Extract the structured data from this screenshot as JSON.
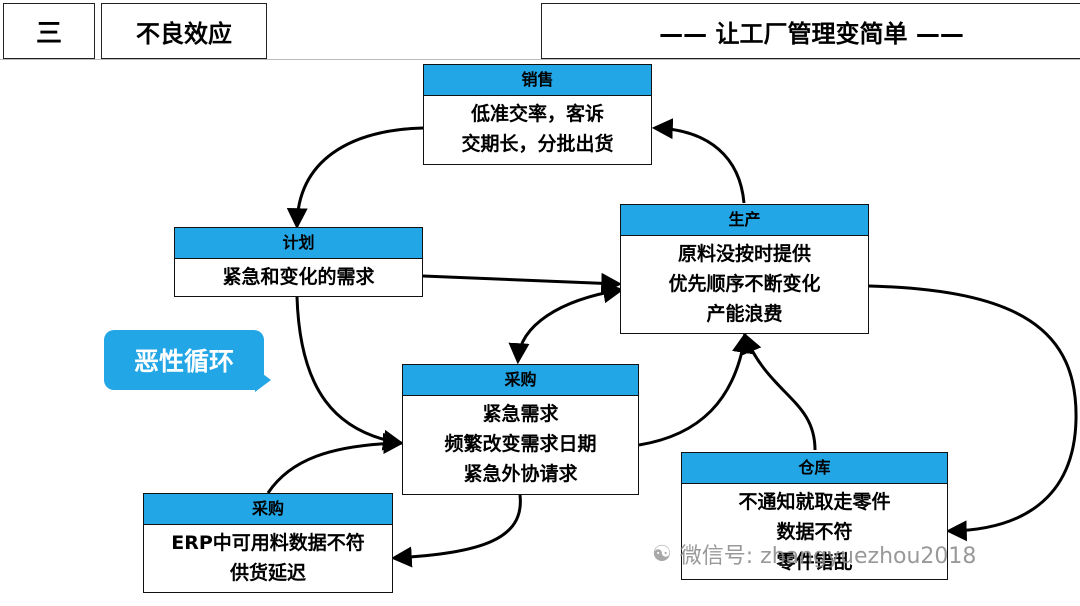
{
  "header": {
    "num": "三",
    "title": "不良效应",
    "slogan": "—— 让工厂管理变简单 ——"
  },
  "badge": "恶性循环",
  "nodes": {
    "sales": {
      "title": "销售",
      "lines": [
        "低准交率，客诉",
        "交期长，分批出货"
      ]
    },
    "production": {
      "title": "生产",
      "lines": [
        "原料没按时提供",
        "优先顺序不断变化",
        "产能浪费"
      ]
    },
    "planning": {
      "title": "计划",
      "lines": [
        "紧急和变化的需求"
      ]
    },
    "purchasing": {
      "title": "采购",
      "lines": [
        "紧急需求",
        "频繁改变需求日期",
        "紧急外协请求"
      ]
    },
    "purchasing_erp": {
      "title": "采购",
      "lines": [
        "ERP中可用料数据不符",
        "供货延迟"
      ]
    },
    "warehouse": {
      "title": "仓库",
      "lines": [
        "不通知就取走零件",
        "数据不符",
        "零件错乱"
      ]
    }
  },
  "watermark": {
    "text": "微信号: zhangyuezhou2018",
    "icon": "wechat-icon"
  },
  "colors": {
    "header_blue": "#23a6e6",
    "badge_blue": "#23a6e6"
  }
}
